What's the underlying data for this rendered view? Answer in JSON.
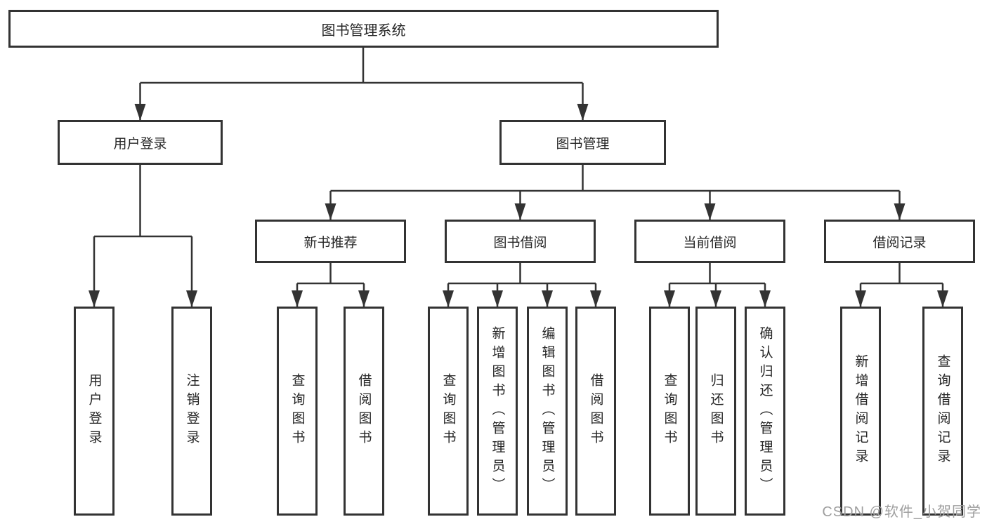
{
  "diagram_type": "functional-structure-tree",
  "colors": {
    "line": "#333333",
    "text": "#262626",
    "watermark": "#9e9e9e",
    "background": "#ffffff"
  },
  "tree": {
    "label": "图书管理系统",
    "children": [
      {
        "label": "用户登录",
        "children": [
          {
            "label": "用户登录"
          },
          {
            "label": "注销登录"
          }
        ]
      },
      {
        "label": "图书管理",
        "children": [
          {
            "label": "新书推荐",
            "children": [
              {
                "label": "查询图书"
              },
              {
                "label": "借阅图书"
              }
            ]
          },
          {
            "label": "图书借阅",
            "children": [
              {
                "label": "查询图书"
              },
              {
                "label": "新增图书（管理员）"
              },
              {
                "label": "编辑图书（管理员）"
              },
              {
                "label": "借阅图书"
              }
            ]
          },
          {
            "label": "当前借阅",
            "children": [
              {
                "label": "查询图书"
              },
              {
                "label": "归还图书"
              },
              {
                "label": "确认归还（管理员）"
              }
            ]
          },
          {
            "label": "借阅记录",
            "children": [
              {
                "label": "新增借阅记录"
              },
              {
                "label": "查询借阅记录"
              }
            ]
          }
        ]
      }
    ]
  },
  "watermark": {
    "text": "CSDN @软件_小贺同学"
  }
}
